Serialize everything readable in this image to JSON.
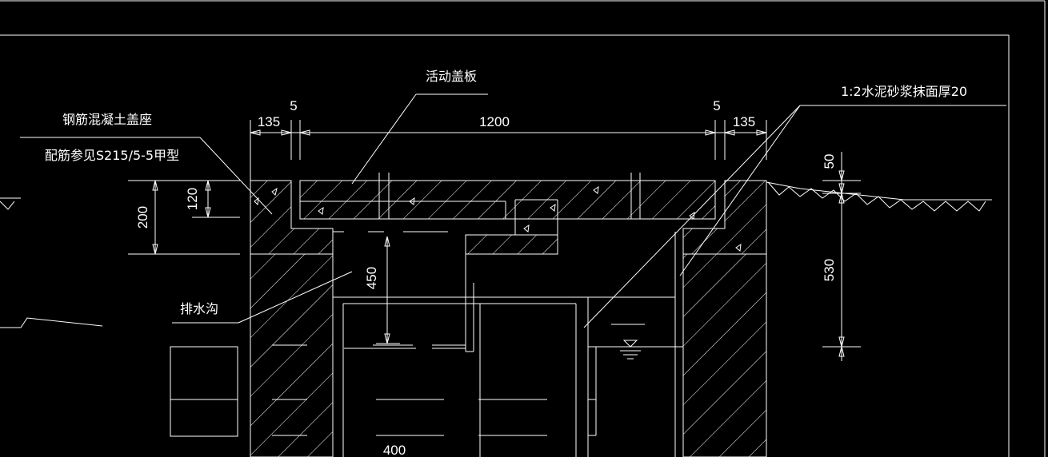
{
  "labels": {
    "cover_plate": "活动盖板",
    "seat": "钢筋混凝土盖座",
    "rebar_ref": "配筋参见S215/5-5甲型",
    "mortar": "1:2水泥砂浆抹面厚20",
    "drain": "排水沟"
  },
  "dimensions": {
    "d135_left": "135",
    "d5_left": "5",
    "d1200": "1200",
    "d5_right": "5",
    "d135_right": "135",
    "d200": "200",
    "d120": "120",
    "d450": "450",
    "d50": "50",
    "d530": "530",
    "d400": "400"
  },
  "colors": {
    "background": "#000000",
    "line": "#ffffff"
  }
}
